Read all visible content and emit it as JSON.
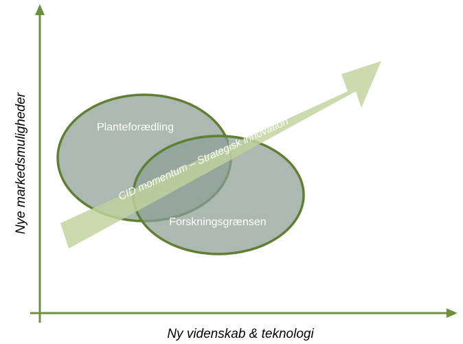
{
  "colors": {
    "axis": "#6e8f3d",
    "ellipse_fill": "#8a9e94",
    "ellipse_stroke": "#5f7f32",
    "arrow_fill": "#bfd39c",
    "label_text": "#ffffff",
    "axis_text": "#000000"
  },
  "axes": {
    "x_label": "Ny videnskab & teknologi",
    "y_label": "Nye markedsmuligheder"
  },
  "ellipses": {
    "left_label": "Planteforædling",
    "right_label": "Forskningsgrænsen"
  },
  "arrow": {
    "label": "CID momentum – Strategisk innovation"
  }
}
